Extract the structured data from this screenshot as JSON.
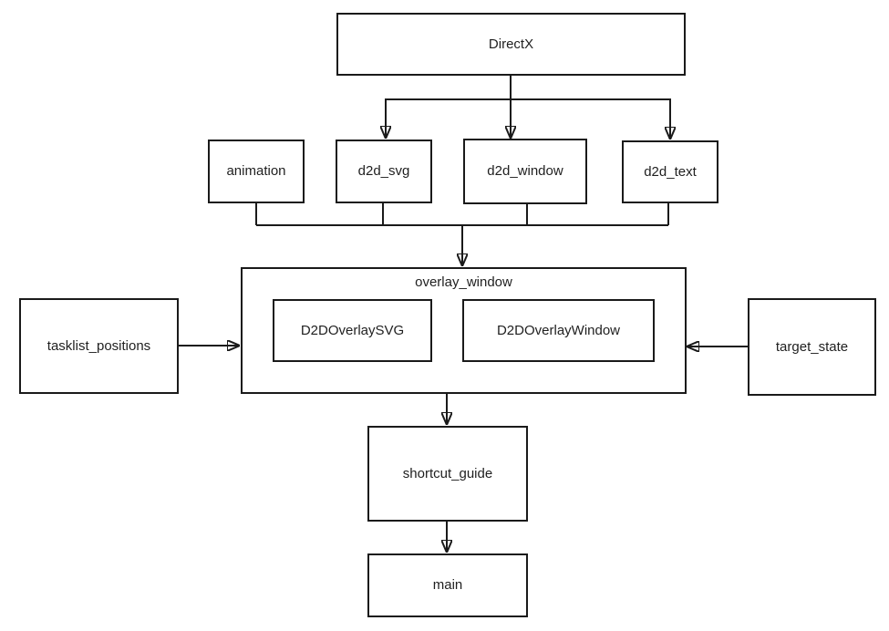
{
  "diagram": {
    "background_color": "#ffffff",
    "stroke_color": "#1a1a1a",
    "text_color": "#1f1f1f",
    "nodes": {
      "directx": {
        "label": "DirectX"
      },
      "animation": {
        "label": "animation"
      },
      "d2d_svg": {
        "label": "d2d_svg"
      },
      "d2d_window": {
        "label": "d2d_window"
      },
      "d2d_text": {
        "label": "d2d_text"
      },
      "overlay_window": {
        "label": "overlay_window",
        "children": [
          "D2DOverlaySVG",
          "D2DOverlayWindow"
        ]
      },
      "d2doverlaysvg": {
        "label": "D2DOverlaySVG"
      },
      "d2doverlaywindow": {
        "label": "D2DOverlayWindow"
      },
      "tasklist_positions": {
        "label": "tasklist_positions"
      },
      "target_state": {
        "label": "target_state"
      },
      "shortcut_guide": {
        "label": "shortcut_guide"
      },
      "main": {
        "label": "main"
      }
    },
    "edges": [
      {
        "from": "DirectX",
        "to": "d2d_svg"
      },
      {
        "from": "DirectX",
        "to": "d2d_window"
      },
      {
        "from": "DirectX",
        "to": "d2d_text"
      },
      {
        "from": "animation",
        "to": "overlay_window"
      },
      {
        "from": "d2d_svg",
        "to": "overlay_window"
      },
      {
        "from": "d2d_window",
        "to": "overlay_window"
      },
      {
        "from": "d2d_text",
        "to": "overlay_window"
      },
      {
        "from": "tasklist_positions",
        "to": "overlay_window"
      },
      {
        "from": "target_state",
        "to": "overlay_window"
      },
      {
        "from": "overlay_window",
        "to": "shortcut_guide"
      },
      {
        "from": "shortcut_guide",
        "to": "main"
      }
    ]
  }
}
